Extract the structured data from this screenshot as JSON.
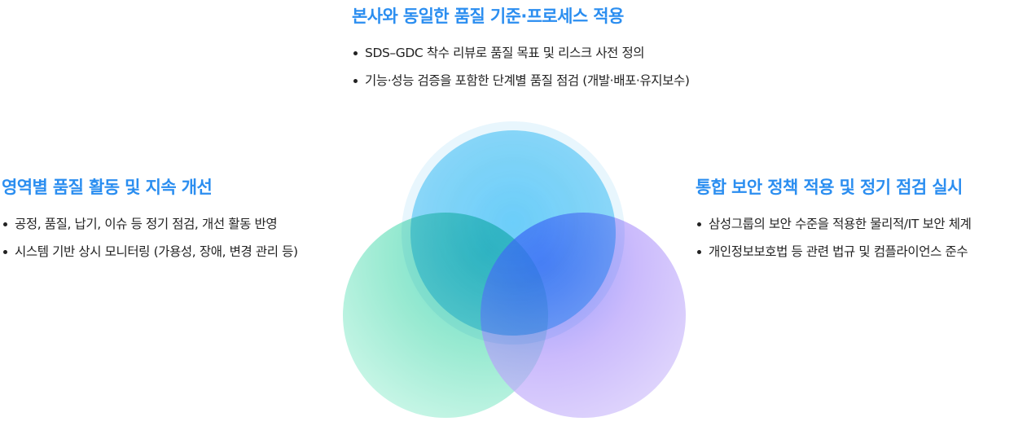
{
  "colors": {
    "heading": "#2b8ef0",
    "body_text": "#222222",
    "circle_blue": "#48c4fa",
    "circle_green": "#6ee1be",
    "circle_purple": "#af96fa"
  },
  "diagram": {
    "type": "venn",
    "circles": [
      {
        "name": "blue",
        "position": "top"
      },
      {
        "name": "green",
        "position": "bottom-left"
      },
      {
        "name": "purple",
        "position": "bottom-right"
      }
    ]
  },
  "top": {
    "title": "본사와 동일한 품질 기준·프로세스 적용",
    "items": [
      "SDS–GDC 착수 리뷰로 품질 목표 및 리스크 사전 정의",
      "기능·성능 검증을 포함한 단계별 품질 점검 (개발·배포·유지보수)"
    ]
  },
  "left": {
    "title": "영역별 품질 활동 및 지속 개선",
    "items": [
      "공정, 품질, 납기, 이슈 등 정기 점검, 개선 활동 반영",
      "시스템 기반 상시 모니터링 (가용성, 장애, 변경 관리 등)"
    ]
  },
  "right": {
    "title": "통합 보안 정책 적용 및 정기 점검 실시",
    "items": [
      "삼성그룹의 보안 수준을 적용한 물리적/IT 보안 체계",
      "개인정보보호법 등 관련 법규 및 컴플라이언스 준수"
    ]
  }
}
